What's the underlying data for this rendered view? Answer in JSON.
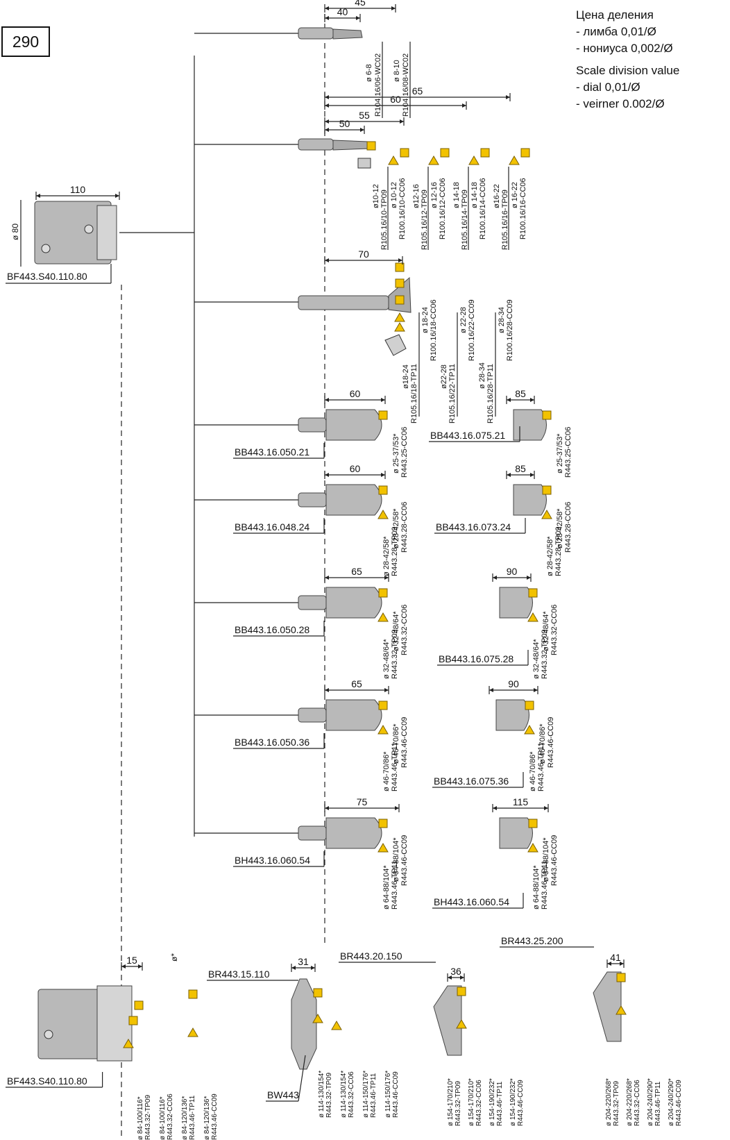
{
  "page_number": "290",
  "notes": {
    "ru_title": "Цена деления",
    "ru_dial": "- лимба 0,01/Ø",
    "ru_vernier": "- нониуса 0,002/Ø",
    "en_title": "Scale division value",
    "en_dial": "- dial 0,01/Ø",
    "en_vernier": "- veirner 0.002/Ø"
  },
  "adapter": {
    "code": "BF443.S40.110.80",
    "length": "110",
    "diameter": "ø 80"
  },
  "tool_rows": [
    {
      "dims": [
        "45",
        "40"
      ],
      "columns": [
        {
          "range": "ø 6-8",
          "insert": "R104.16/06-WC02"
        },
        {
          "range": "ø 8-10",
          "insert": "R104.16/08-WC02"
        }
      ]
    },
    {
      "dims": [
        "65",
        "60",
        "55",
        "50"
      ],
      "columns": [
        {
          "range": "ø10-12",
          "insert": "R105.16/10-TP09",
          "range2": "ø 10-12",
          "insert2": "R100.16/10-CC06"
        },
        {
          "range": "ø12-16",
          "insert": "R105.16/12-TP09",
          "range2": "ø 12-16",
          "insert2": "R100.16/12-CC06"
        },
        {
          "range": "ø 14-18",
          "insert": "R105.16/14-TP09",
          "range2": "ø 14-18",
          "insert2": "R100.16/14-CC06"
        },
        {
          "range": "ø16-22",
          "insert": "R105.16/16-TP09",
          "range2": "ø 16-22",
          "insert2": "R100.16/16-CC06"
        }
      ]
    },
    {
      "dims": [
        "70"
      ],
      "columns": [
        {
          "range": "ø18-24",
          "insert": "R105.16/18-TP11",
          "range2": "ø 18-24",
          "insert2": "R100.16/18-CC06"
        },
        {
          "range": "ø22-28",
          "insert": "R105.16/22-TP11",
          "range2": "ø 22-28",
          "insert2": "R100.16/22-CC09"
        },
        {
          "range": "ø 28-34",
          "insert": "R105.16/28-TP11",
          "range2": "ø 28-34",
          "insert2": "R100.16/28-CC09"
        }
      ]
    }
  ],
  "boring_heads": [
    {
      "left_code": "BB443.16.050.21",
      "left_len": "60",
      "left_range": "ø 25-37/53*",
      "left_insert": "R443.25-CC06",
      "right_code": "BB443.16.075.21",
      "right_len": "85",
      "right_range": "ø 25-37/53*",
      "right_insert": "R443.25-CC06"
    },
    {
      "left_code": "BB443.16.048.24",
      "left_len": "60",
      "left_range": "ø 28-42/58*",
      "left_insert": "R443.28-CC06",
      "left_range_b": "ø 28-42/58*",
      "left_insert_b": "R443.28-TP09",
      "right_code": "BB443.16.073.24",
      "right_len": "85",
      "right_range": "ø 28-42/58*",
      "right_insert": "R443.28-CC06",
      "right_range_b": "ø 28-42/58*",
      "right_insert_b": "R443.28-TP09"
    },
    {
      "left_code": "BB443.16.050.28",
      "left_len": "65",
      "left_range": "ø 32-48/64*",
      "left_insert": "R443.32-CC06",
      "left_range_b": "ø 32-48/64*",
      "left_insert_b": "R443.32-TP09",
      "right_code": "BB443.16.075.28",
      "right_len": "90",
      "right_range": "ø 32-48/64*",
      "right_insert": "R443.32-CC06",
      "right_range_b": "ø 32-48/64*",
      "right_insert_b": "R443.32-TP09"
    },
    {
      "left_code": "BB443.16.050.36",
      "left_len": "65",
      "left_range": "ø 46-70/86*",
      "left_insert": "R443.46-CC09",
      "left_range_b": "ø 46-70/86*",
      "left_insert_b": "R443.46-TP11",
      "right_code": "BB443.16.075.36",
      "right_len": "90",
      "right_range": "ø 46-70/86*",
      "right_insert": "R443.46-CC09",
      "right_range_b": "ø 46-70/86*",
      "right_insert_b": "R443.46-TP11"
    },
    {
      "left_code": "BH443.16.060.54",
      "left_len": "75",
      "left_range": "ø 64-88/104*",
      "left_insert": "R443.46-CC09",
      "left_range_b": "ø 64-88/104*",
      "left_insert_b": "R443.46-TP11",
      "right_code": "BH443.16.060.54",
      "right_len": "115",
      "right_range": "ø 64-88/104*",
      "right_insert": "R443.46-CC09",
      "right_range_b": "ø 64-88/104*",
      "right_insert_b": "R443.46-TP11"
    }
  ],
  "bottom": {
    "adapter_code": "BF443.S40.110.80",
    "dim_15": "15",
    "phi": "ø*",
    "cols_a": [
      {
        "range": "ø 84-100/116*",
        "insert": "R443.32-TP09"
      },
      {
        "range": "ø 84-100/116*",
        "insert": "R443.32-CC06"
      },
      {
        "range": "ø 84-120/136*",
        "insert": "R443.46-TP11"
      },
      {
        "range": "ø 84-120/136*",
        "insert": "R443.46-CC09"
      }
    ],
    "br110": {
      "code": "BR443.15.110",
      "dim": "31",
      "bw": "BW443"
    },
    "cols_b": [
      {
        "range": "ø 114-130/154*",
        "insert": "R443.32-TP09"
      },
      {
        "range": "ø 114-130/154*",
        "insert": "R443.32-CC06"
      },
      {
        "range": "ø 114-150/176*",
        "insert": "R443.46-TP11"
      },
      {
        "range": "ø 114-150/176*",
        "insert": "R443.46-CC09"
      }
    ],
    "br150": {
      "code": "BR443.20.150",
      "dim": "36"
    },
    "cols_c": [
      {
        "range": "ø 154-170/210*",
        "insert": "R443.32-TP09"
      },
      {
        "range": "ø 154-170/210*",
        "insert": "R443.32-CC06"
      },
      {
        "range": "ø 154-190/232*",
        "insert": "R443.46-TP11"
      },
      {
        "range": "ø 154-190/232*",
        "insert": "R443.46-CC09"
      }
    ],
    "br200": {
      "code": "BR443.25.200",
      "dim": "41"
    },
    "cols_d": [
      {
        "range": "ø 204-220/268*",
        "insert": "R443.32-TP09"
      },
      {
        "range": "ø 204-220/268*",
        "insert": "R443.32-CC06"
      },
      {
        "range": "ø 204-240/290*",
        "insert": "R443.46-TP11"
      },
      {
        "range": "ø 204-240/290*",
        "insert": "R443.46-CC09"
      }
    ]
  },
  "colors": {
    "line": "#222222",
    "tool_body": "#b9b9b9",
    "insert_yellow": "#f2c200",
    "insert_outline": "#7a5f00"
  }
}
